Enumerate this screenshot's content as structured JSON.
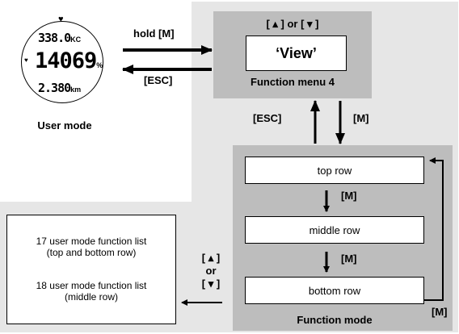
{
  "watch": {
    "line1_value": "338.0",
    "line1_unit": "KC",
    "line2_value": "14069",
    "line2_unit": "%",
    "line3_value": "2.380",
    "line3_unit": "km",
    "caption": "User mode"
  },
  "arrows": {
    "hold_m": "hold [M]",
    "esc_top": "[ESC]",
    "esc_mid": "[ESC]",
    "m_mid": "[M]",
    "m_step1": "[M]",
    "m_step2": "[M]",
    "m_loop": "[M]",
    "up_down_top": "[ ▴ ] or [ ▾ ]",
    "left_up": "[ ▴ ]",
    "left_or": "or",
    "left_down": "[ ▾ ]"
  },
  "function_menu": {
    "view_label": "‘View’",
    "title": "Function menu 4"
  },
  "function_mode": {
    "rows": [
      "top row",
      "middle row",
      "bottom row"
    ],
    "title": "Function mode"
  },
  "list_box": {
    "item1": "17 user mode function list\n(top and bottom row)",
    "item2": "18 user mode function list\n(middle row)"
  }
}
